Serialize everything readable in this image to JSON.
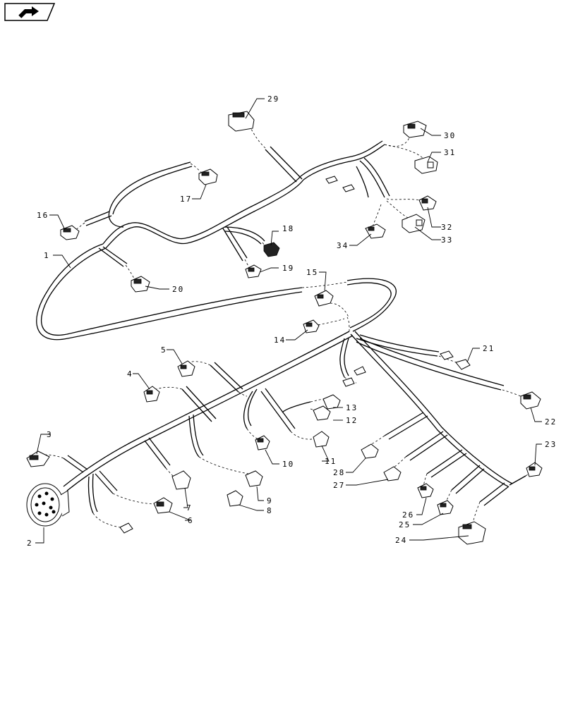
{
  "nav": {
    "icon": "forward-arrow-icon"
  },
  "callouts": [
    {
      "id": "1",
      "label": "1"
    },
    {
      "id": "2",
      "label": "2"
    },
    {
      "id": "3",
      "label": "3"
    },
    {
      "id": "4",
      "label": "4"
    },
    {
      "id": "5",
      "label": "5"
    },
    {
      "id": "6",
      "label": "6"
    },
    {
      "id": "7",
      "label": "7"
    },
    {
      "id": "8",
      "label": "8"
    },
    {
      "id": "9",
      "label": "9"
    },
    {
      "id": "10",
      "label": "10"
    },
    {
      "id": "11",
      "label": "11"
    },
    {
      "id": "12",
      "label": "12"
    },
    {
      "id": "13",
      "label": "13"
    },
    {
      "id": "14",
      "label": "14"
    },
    {
      "id": "15",
      "label": "15"
    },
    {
      "id": "16",
      "label": "16"
    },
    {
      "id": "17",
      "label": "17"
    },
    {
      "id": "18",
      "label": "18"
    },
    {
      "id": "19",
      "label": "19"
    },
    {
      "id": "20",
      "label": "20"
    },
    {
      "id": "21",
      "label": "21"
    },
    {
      "id": "22",
      "label": "22"
    },
    {
      "id": "23",
      "label": "23"
    },
    {
      "id": "24",
      "label": "24"
    },
    {
      "id": "25",
      "label": "25"
    },
    {
      "id": "26",
      "label": "26"
    },
    {
      "id": "27",
      "label": "27"
    },
    {
      "id": "28",
      "label": "28"
    },
    {
      "id": "29",
      "label": "29"
    },
    {
      "id": "30",
      "label": "30"
    },
    {
      "id": "31",
      "label": "31"
    },
    {
      "id": "32",
      "label": "32"
    },
    {
      "id": "33",
      "label": "33"
    },
    {
      "id": "34",
      "label": "34"
    }
  ]
}
